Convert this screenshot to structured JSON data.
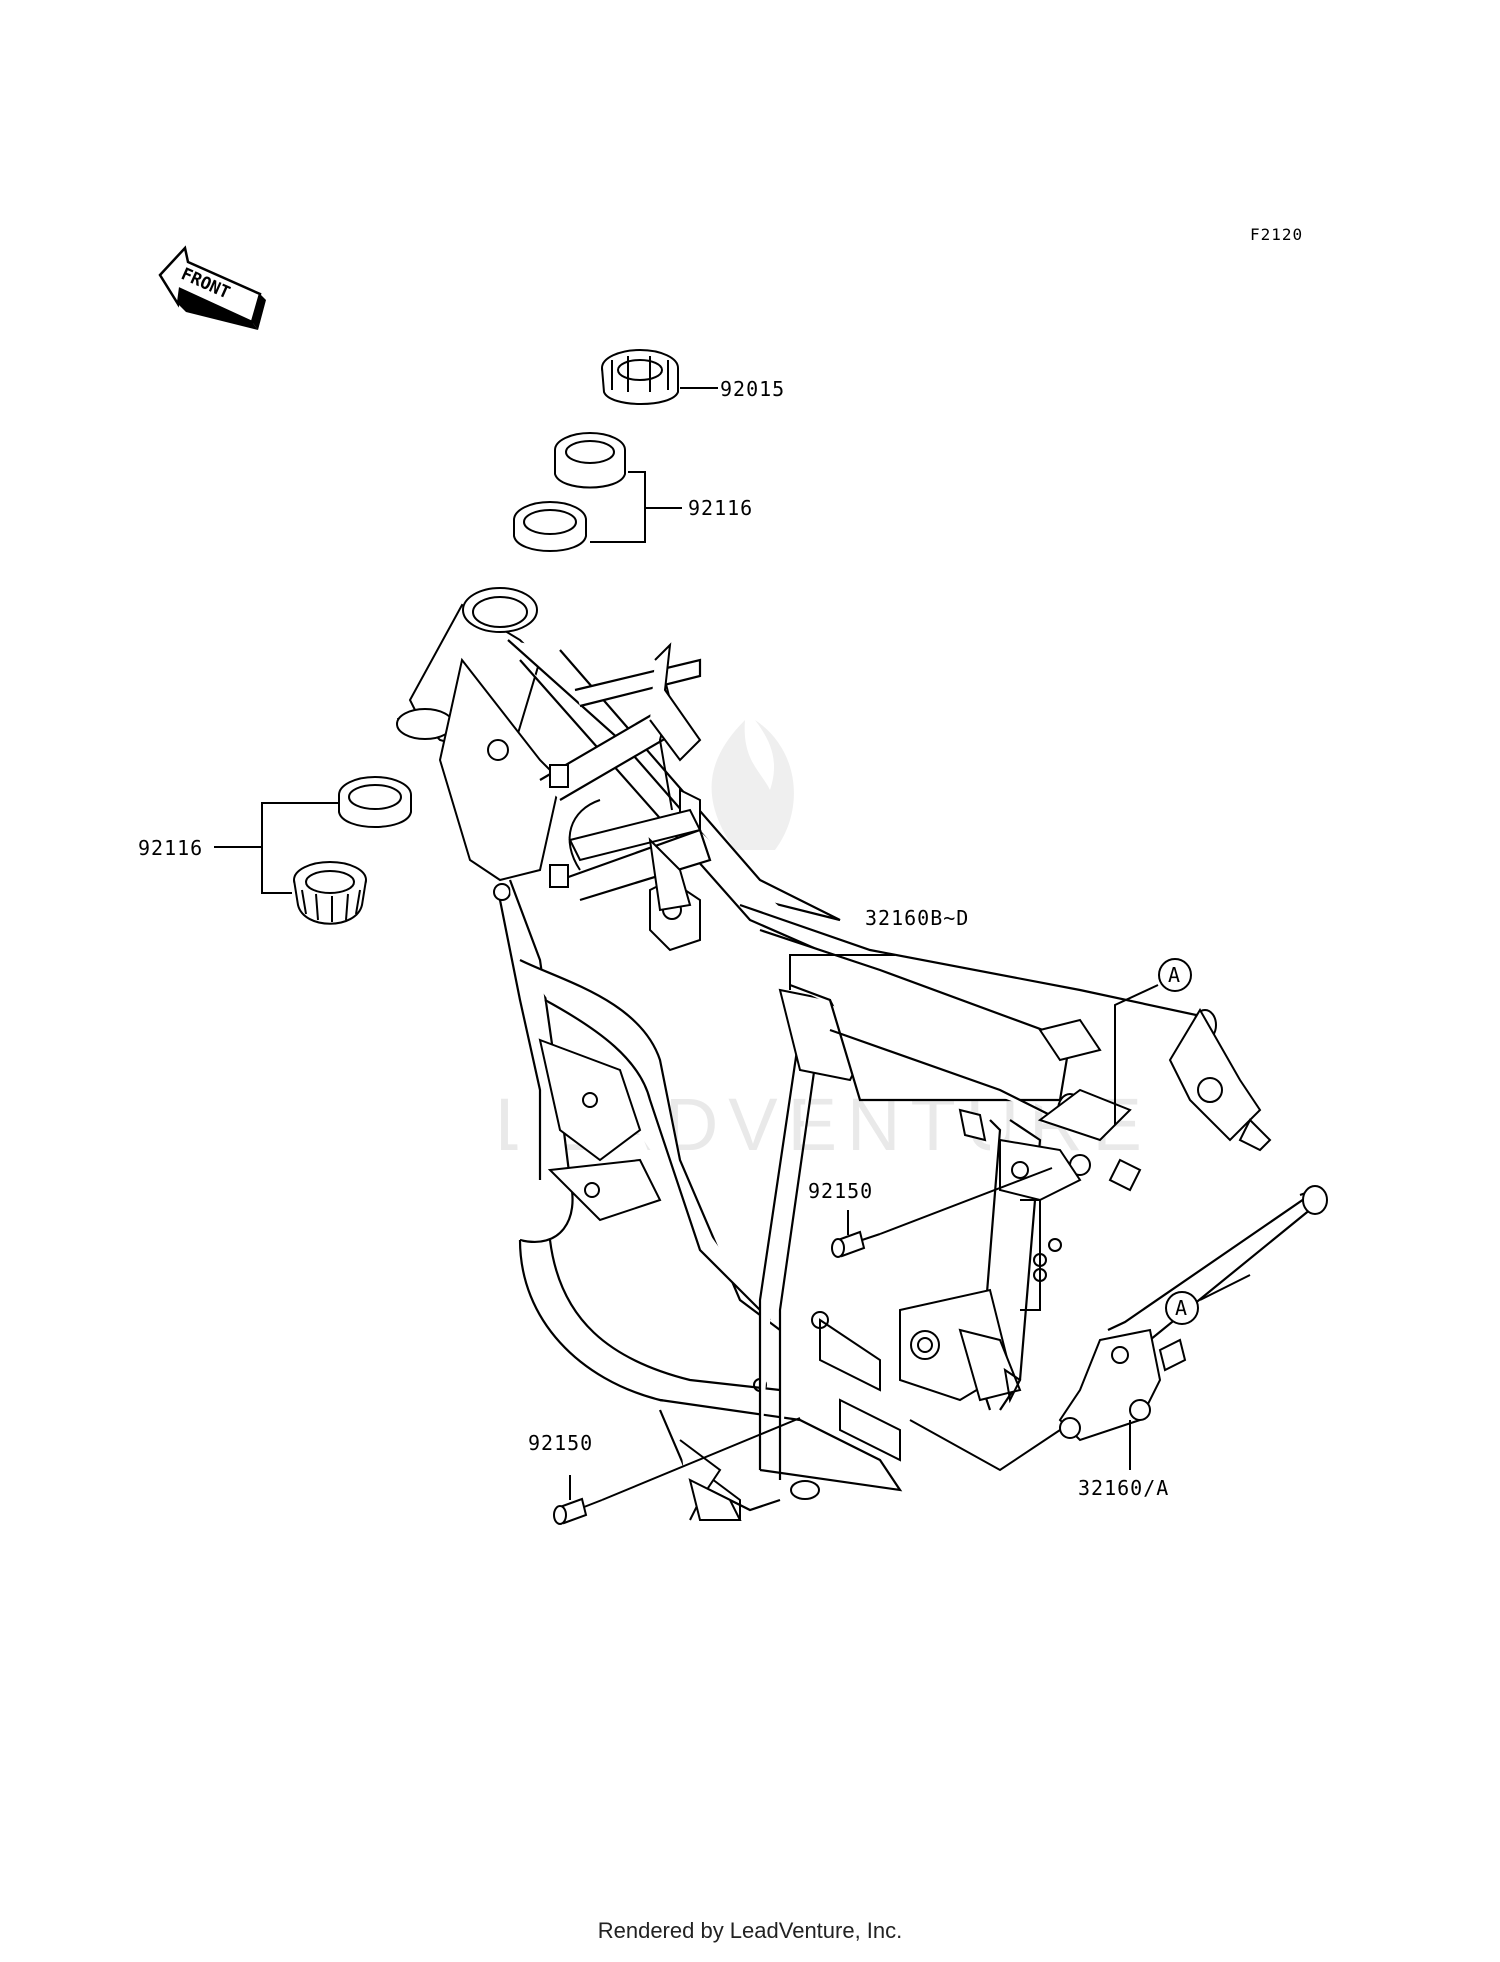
{
  "diagram_code": "F2120",
  "front_arrow_text": "FRONT",
  "watermark": "LEADVENTURE",
  "callouts": {
    "ref_92015": "92015",
    "ref_92116_top": "92116",
    "ref_92116_left": "92116",
    "ref_32160b_d": "32160B~D",
    "ref_92150_upper": "92150",
    "ref_92150_lower": "92150",
    "ref_32160_a": "32160/A",
    "connector_a_upper": "A",
    "connector_a_lower": "A"
  },
  "footer": "Rendered by LeadVenture, Inc."
}
